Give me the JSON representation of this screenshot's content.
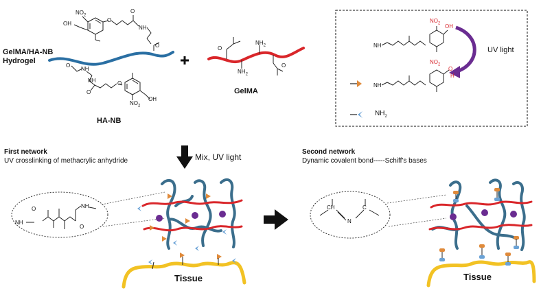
{
  "labels": {
    "hydrogel_title_1": "GelMA/HA-NB",
    "hydrogel_title_2": "Hydrogel",
    "plus": "+",
    "gelma": "GelMA",
    "ha_nb": "HA-NB",
    "uv_light": "UV light",
    "mix_uv": "Mix, UV light",
    "first_title": "First network",
    "first_sub": "UV crosslinking of methacrylic anhydride",
    "second_title": "Second network",
    "second_sub": "Dynamic covalent bond-----Schiff's bases",
    "tissue_left": "Tissue",
    "tissue_right": "Tissue",
    "legend_nh2": "NH",
    "legend_nh2_sub": "2"
  },
  "atoms": {
    "no2": "NO",
    "no2_sub": "2",
    "oh": "OH",
    "nh": "NH",
    "o": "O",
    "h": "H",
    "ch": "CH",
    "n": "N",
    "c": "C"
  },
  "colors": {
    "ha_chain": "#2a6fa3",
    "gelma_chain": "#d9262a",
    "network_chain": "#3b6e8c",
    "tissue": "#f2c224",
    "orange_group": "#e08a3a",
    "blue_group": "#6aa2d6",
    "purple_crosslink": "#6a2c91",
    "uv_arrow": "#6a2c91",
    "red_text": "#d7282f"
  },
  "icons": {
    "plus": "plus-sign",
    "down_arrow": "down-arrow-icon",
    "right_arrow": "right-arrow-icon",
    "uv_arrow": "curved-arrow-icon",
    "orange_group": "aldehyde-group-icon",
    "blue_group": "amine-group-icon"
  }
}
